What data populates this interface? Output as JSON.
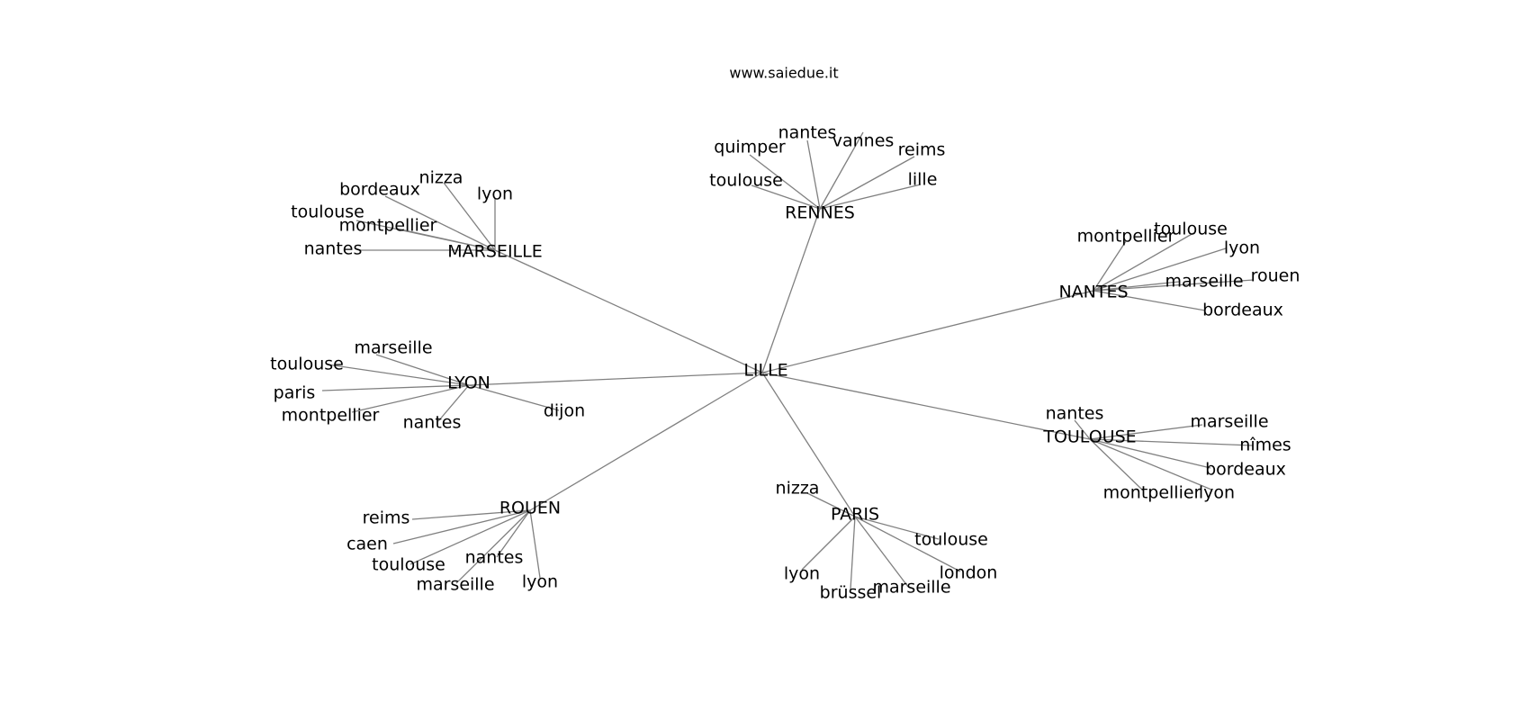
{
  "diagram": {
    "title": "www.saiedue.it",
    "root": "LILLE",
    "hubs": [
      {
        "name": "RENNES",
        "leaves": [
          "quimper",
          "nantes",
          "vannes",
          "reims",
          "toulouse",
          "lille"
        ]
      },
      {
        "name": "MARSEILLE",
        "leaves": [
          "nizza",
          "bordeaux",
          "lyon",
          "toulouse",
          "montpellier",
          "nantes"
        ]
      },
      {
        "name": "NANTES",
        "leaves": [
          "montpellier",
          "toulouse",
          "lyon",
          "marseille",
          "rouen",
          "bordeaux"
        ]
      },
      {
        "name": "LYON",
        "leaves": [
          "marseille",
          "toulouse",
          "paris",
          "montpellier",
          "nantes",
          "dijon"
        ]
      },
      {
        "name": "TOULOUSE",
        "leaves": [
          "nantes",
          "marseille",
          "nîmes",
          "bordeaux",
          "montpellier",
          "lyon"
        ]
      },
      {
        "name": "ROUEN",
        "leaves": [
          "reims",
          "caen",
          "toulouse",
          "nantes",
          "marseille",
          "lyon"
        ]
      },
      {
        "name": "PARIS",
        "leaves": [
          "nizza",
          "toulouse",
          "lyon",
          "london",
          "brüssel",
          "marseille"
        ]
      }
    ]
  }
}
